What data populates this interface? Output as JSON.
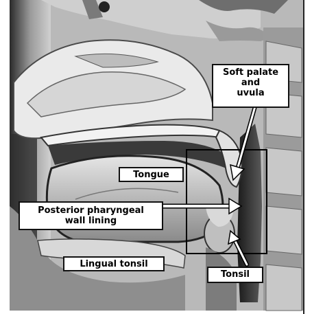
{
  "diagram": {
    "labels": {
      "soft_palate": "Soft palate\nand\nuvula",
      "tongue": "Tongue",
      "posterior": "Posterior pharyngeal\nwall lining",
      "lingual_tonsil": "Lingual tonsil",
      "tonsil": "Tonsil"
    }
  }
}
